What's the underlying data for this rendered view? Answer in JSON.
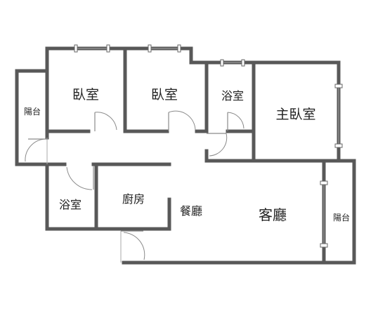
{
  "rooms": {
    "bedroom_1": "臥室",
    "bedroom_2": "臥室",
    "bathroom_upper": "浴室",
    "master_bedroom": "主臥室",
    "balcony_left": "陽台",
    "bathroom_lower": "浴室",
    "kitchen": "廚房",
    "dining_room": "餐廳",
    "living_room": "客廳",
    "balcony_right": "陽台"
  },
  "colors": {
    "wall": "#585858",
    "door": "#8a8a8a",
    "text": "#222222",
    "background": "#ffffff"
  }
}
